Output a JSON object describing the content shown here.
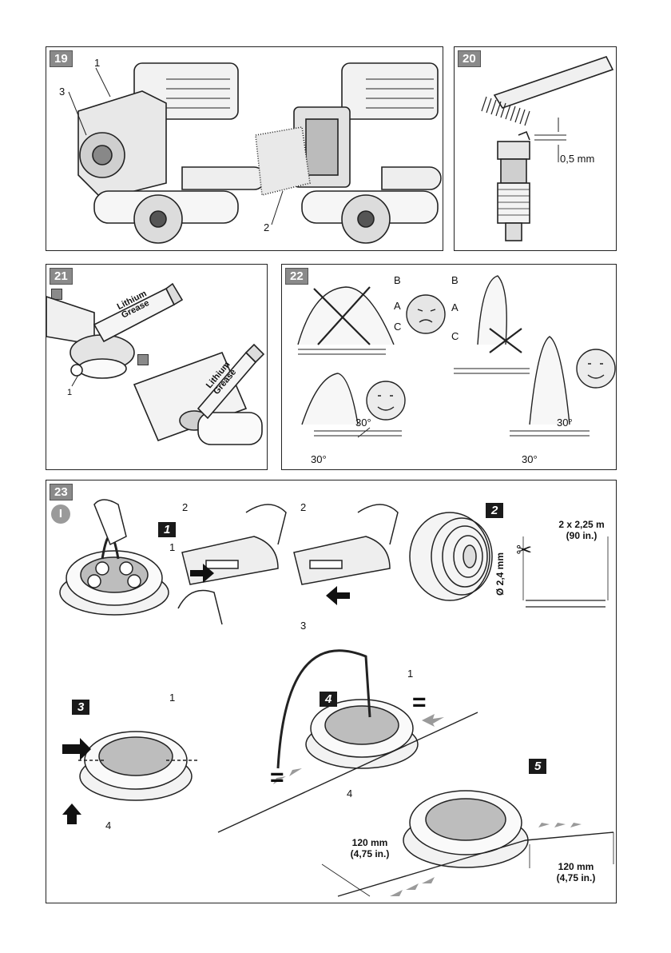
{
  "fig19": {
    "badge": "19",
    "callouts": [
      "1",
      "3",
      "2"
    ]
  },
  "fig20": {
    "badge": "20",
    "gap": "0,5 mm"
  },
  "fig21": {
    "badge": "21",
    "tube_text": [
      "Lithium",
      "Grease"
    ],
    "callouts": [
      "1"
    ]
  },
  "fig22": {
    "badge": "22",
    "labels": [
      "B",
      "A",
      "C"
    ],
    "angle": "30°"
  },
  "fig23": {
    "badge": "23",
    "steps": [
      "1",
      "2",
      "3",
      "4",
      "5"
    ],
    "callouts": [
      "1",
      "2",
      "3",
      "4"
    ],
    "line_length": "2 x 2,25 m",
    "line_length_in": "(90 in.)",
    "line_diameter": "Ø 2,4 mm",
    "end_length": "120 mm",
    "end_length_in": "(4,75 in.)",
    "equals": "="
  },
  "colors": {
    "badge_bg": "#8a8a8a",
    "step_bg": "#1a1a1a",
    "arrow_grey": "#9a9a9a"
  }
}
